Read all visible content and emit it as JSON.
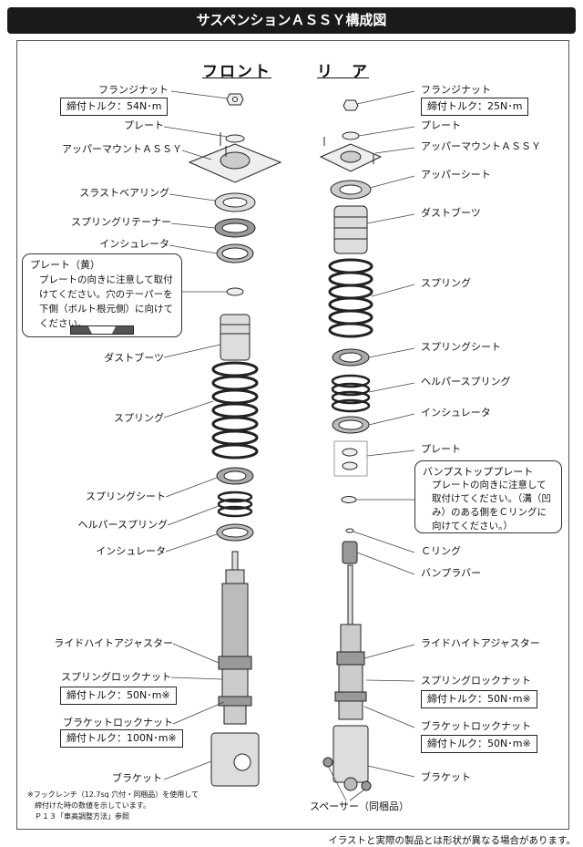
{
  "title": "サスペンションＡＳＳＹ構成図",
  "headings": {
    "front": "フロント",
    "rear": "リ　ア"
  },
  "front": {
    "flange_nut": "フランジナット",
    "flange_torque": "締付トルク：54N･m",
    "plate": "プレート",
    "upper_mount": "アッパーマウントＡＳＳＹ",
    "thrust_bearing": "スラストベアリング",
    "spring_retainer": "スプリングリテーナー",
    "insulator_top": "インシュレータ",
    "callout": {
      "title": "プレート（黄）",
      "body": "プレートの向きに注意して取付けてください。穴のテーパーを下側（ボルト根元側）に向けてください。"
    },
    "dust_boot": "ダストブーツ",
    "spring": "スプリング",
    "spring_seat": "スプリングシート",
    "helper_spring": "ヘルパースプリング",
    "insulator_bottom": "インシュレータ",
    "ride_height_adjuster": "ライドハイトアジャスター",
    "spring_lock_nut": "スプリングロックナット",
    "spring_lock_torque": "締付トルク：50N･m※",
    "bracket_lock_nut": "ブラケットロックナット",
    "bracket_lock_torque": "締付トルク：100N･m※",
    "bracket": "ブラケット"
  },
  "rear": {
    "flange_nut": "フランジナット",
    "flange_torque": "締付トルク：25N･m",
    "plate": "プレート",
    "upper_mount": "アッパーマウントＡＳＳＹ",
    "upper_seat": "アッパーシート",
    "dust_boot": "ダストブーツ",
    "spring": "スプリング",
    "spring_seat": "スプリングシート",
    "helper_spring": "ヘルパースプリング",
    "insulator": "インシュレータ",
    "plate2": "プレート",
    "callout": {
      "title": "バンプストッププレート",
      "body": "プレートの向きに注意して取付けてください。（溝（凹み）のある側をＣリングに向けてください。）"
    },
    "c_ring": "Ｃリング",
    "bump_rubber": "バンプラバー",
    "ride_height_adjuster": "ライドハイトアジャスター",
    "spring_lock_nut": "スプリングロックナット",
    "spring_lock_torque": "締付トルク：50N･m※",
    "bracket_lock_nut": "ブラケットロックナット",
    "bracket_lock_torque": "締付トルク：50N･m※",
    "bracket": "ブラケット",
    "spacer": "スペーサー（同梱品）"
  },
  "footnote": [
    "※フックレンチ（12.7sq 穴付・同梱品）を使用して",
    "　締付けた時の数値を示しています。",
    "　Ｐ１３「車高調整方法」参照"
  ],
  "disclaimer": "イラストと実際の製品とは形状が異なる場合があります。"
}
